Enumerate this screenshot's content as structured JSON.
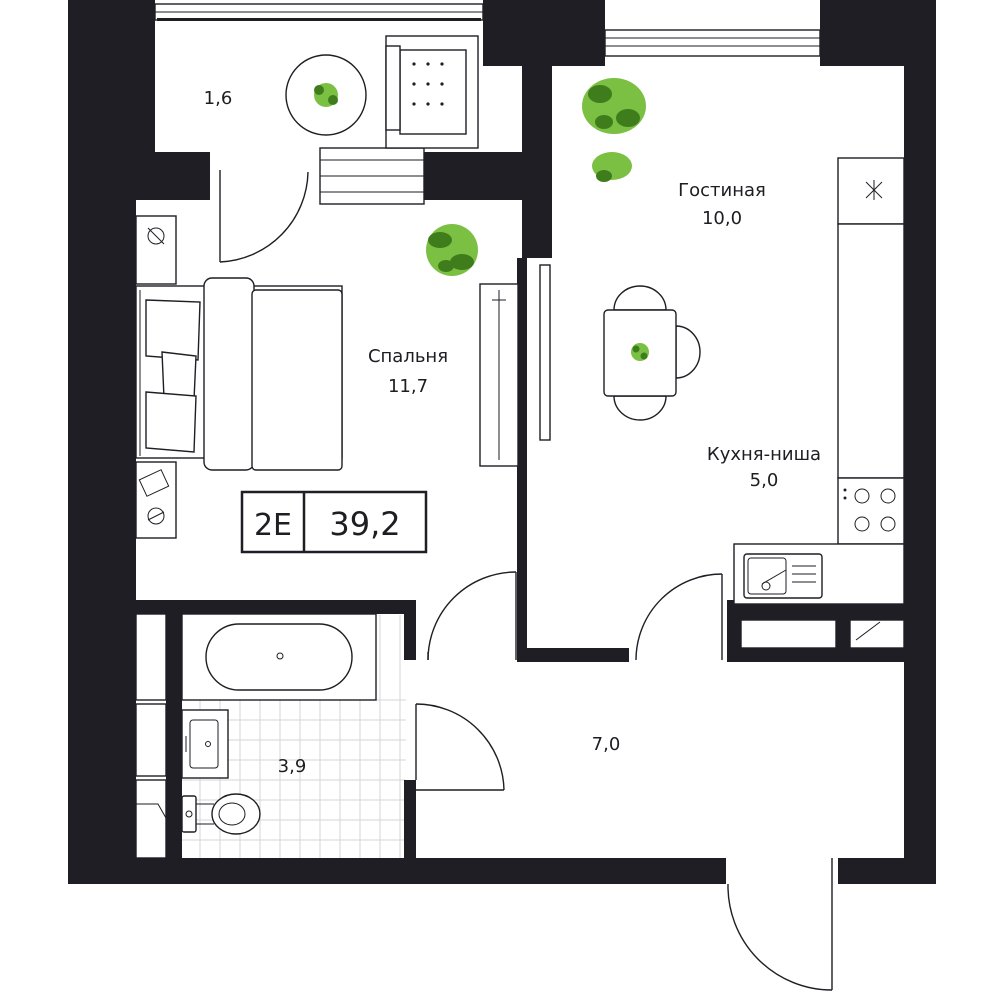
{
  "plan": {
    "apartment_type": "2Е",
    "total_area": "39,2",
    "colors": {
      "wall": "#1e1e24",
      "plant_light": "#7bc043",
      "plant_dark": "#3f7d1c",
      "tile": "#d6d6d6"
    },
    "rooms": {
      "balcony": {
        "area": "1,6"
      },
      "bedroom": {
        "name": "Спальня",
        "area": "11,7"
      },
      "living": {
        "name": "Гостиная",
        "area": "10,0"
      },
      "kitchen": {
        "name": "Кухня-ниша",
        "area": "5,0"
      },
      "bathroom": {
        "area": "3,9"
      },
      "hall": {
        "area": "7,0"
      }
    }
  }
}
